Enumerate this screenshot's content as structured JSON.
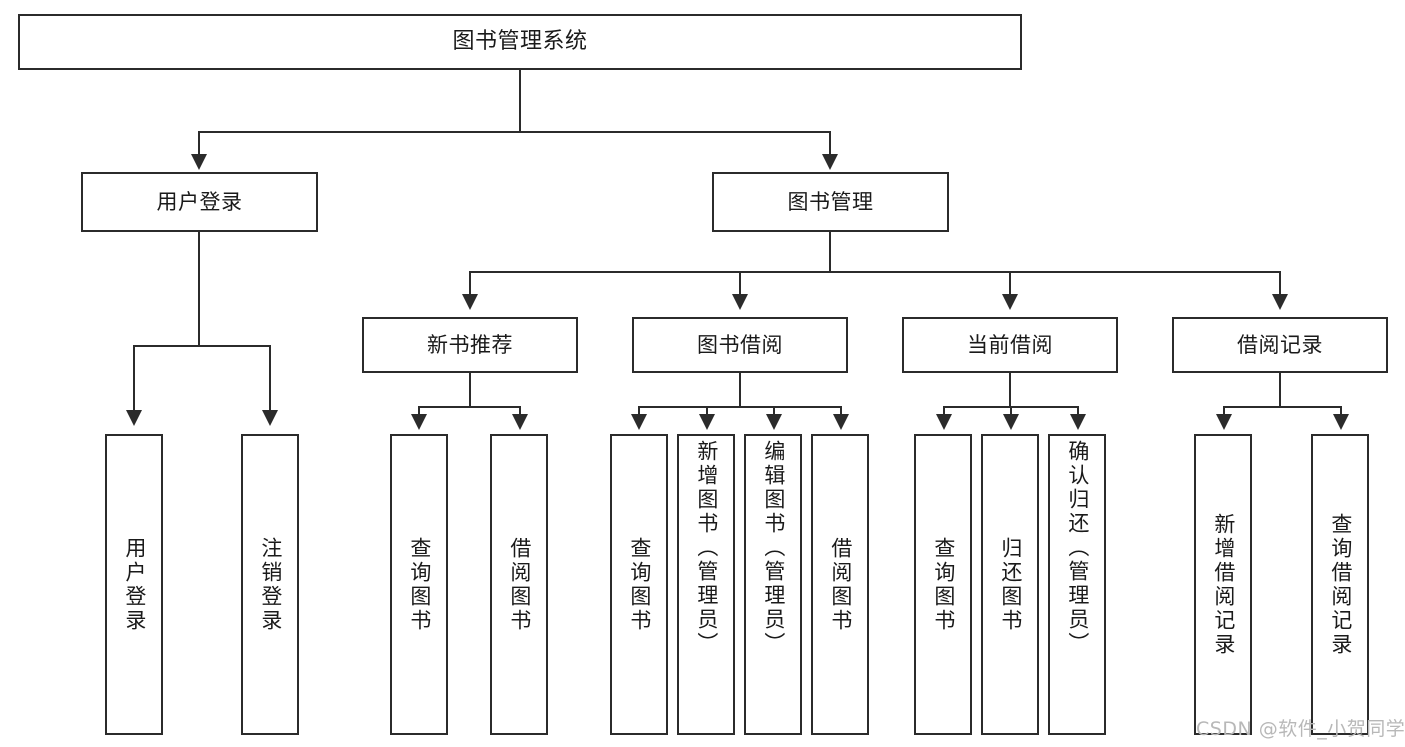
{
  "diagram": {
    "title": "图书管理系统",
    "type": "hierarchy-tree",
    "root": {
      "label": "图书管理系统"
    },
    "level2": [
      {
        "label": "用户登录"
      },
      {
        "label": "图书管理"
      }
    ],
    "level3": [
      {
        "label": "新书推荐"
      },
      {
        "label": "图书借阅"
      },
      {
        "label": "当前借阅"
      },
      {
        "label": "借阅记录"
      }
    ],
    "leaves": {
      "user_login": [
        {
          "label": "用户登录"
        },
        {
          "label": "注销登录"
        }
      ],
      "new_book_recommend": [
        {
          "label": "查询图书"
        },
        {
          "label": "借阅图书"
        }
      ],
      "book_borrow": [
        {
          "label": "查询图书"
        },
        {
          "label": "新增图书（管理员）"
        },
        {
          "label": "编辑图书（管理员）"
        },
        {
          "label": "借阅图书"
        }
      ],
      "current_borrow": [
        {
          "label": "查询图书"
        },
        {
          "label": "归还图书"
        },
        {
          "label": "确认归还（管理员）"
        }
      ],
      "borrow_record": [
        {
          "label": "新增借阅记录"
        },
        {
          "label": "查询借阅记录"
        }
      ]
    }
  },
  "watermark": {
    "text": "CSDN @软件_小贺同学"
  },
  "colors": {
    "border": "#2b2b2b",
    "text": "#1a1a1a",
    "background": "#ffffff",
    "watermark": "#b8b8b8"
  }
}
